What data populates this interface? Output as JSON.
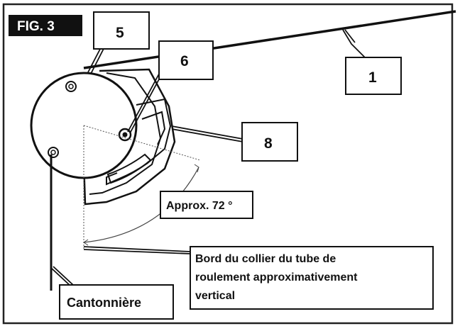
{
  "figure": {
    "label": "FIG. 3"
  },
  "callouts": {
    "c1": "1",
    "c5": "5",
    "c6": "6",
    "c8": "8"
  },
  "angle": {
    "label": "Approx. 72 °",
    "value_deg": 72
  },
  "annotation": {
    "line1": "Bord du collier du tube de",
    "line2": "roulement approximativement",
    "line3": "vertical"
  },
  "valance": {
    "label": "Cantonnière"
  },
  "colors": {
    "ink": "#111111",
    "background": "#ffffff",
    "fig_badge": "#111111"
  }
}
